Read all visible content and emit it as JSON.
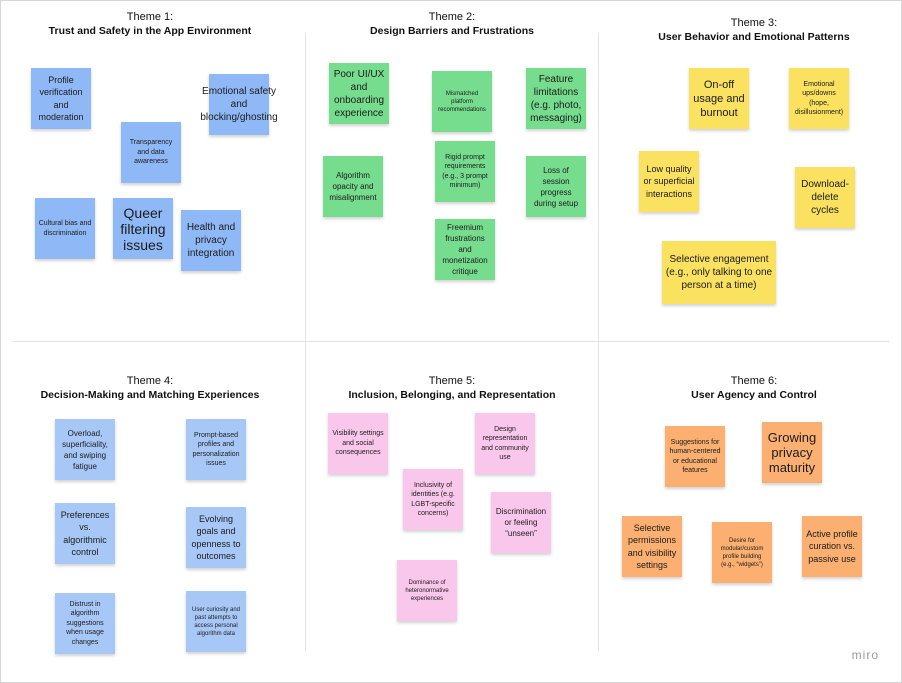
{
  "themes": [
    {
      "number": "Theme 1:",
      "title": "Trust and Safety in the App Environment",
      "notes": [
        "Profile verification and moderation",
        "Emotional safety and blocking/ghosting",
        "Transparency and data awareness",
        "Cultural bias and discrimination",
        "Queer filtering issues",
        "Health and privacy integration"
      ]
    },
    {
      "number": "Theme 2:",
      "title": "Design Barriers and Frustrations",
      "notes": [
        "Poor UI/UX and onboarding experience",
        "Mismatched platform recommendations",
        "Feature limitations (e.g. photo, messaging)",
        "Algorithm opacity and misalignment",
        "Rigid prompt requirements (e.g., 3 prompt minimum)",
        "Loss of session progress during setup",
        "Freemium frustrations and monetization critique"
      ]
    },
    {
      "number": "Theme 3:",
      "title": "User Behavior and Emotional Patterns",
      "notes": [
        "On-off usage and burnout",
        "Emotional ups/downs (hope, disillusionment)",
        "Low quality or superficial interactions",
        "Download-delete cycles",
        "Selective engagement (e.g., only talking to one person at a time)"
      ]
    },
    {
      "number": "Theme 4:",
      "title": "Decision-Making and Matching Experiences",
      "notes": [
        "Overload, superficiality, and swiping fatigue",
        "Prompt-based profiles and personalization issues",
        "Preferences vs. algorithmic control",
        "Evolving goals and openness to outcomes",
        "Distrust in algorithm suggestions when usage changes",
        "User curiosity and past attempts to access personal algorithm data"
      ]
    },
    {
      "number": "Theme 5:",
      "title": "Inclusion, Belonging, and Representation",
      "notes": [
        "Visibility settings and social consequences",
        "Design representation and community use",
        "Inclusivity of identities (e.g. LGBT-specific concerns)",
        "Discrimination or feeling “unseen”",
        "Dominance of heteronormative experiences"
      ]
    },
    {
      "number": "Theme 6:",
      "title": "User Agency and Control",
      "notes": [
        "Suggestions for human-centered or educational features",
        "Growing privacy maturity",
        "Selective permissions and visibility settings",
        "Desire for modular/custom profile building (e.g., “widgets”)",
        "Active profile curation vs. passive use"
      ]
    }
  ],
  "colors": {
    "theme1": "#8fb8f6",
    "theme2": "#76dd8f",
    "theme3": "#fbe160",
    "theme4": "#a7c8f7",
    "theme5": "#fac7ec",
    "theme6": "#fbb071"
  },
  "brand": "miro"
}
